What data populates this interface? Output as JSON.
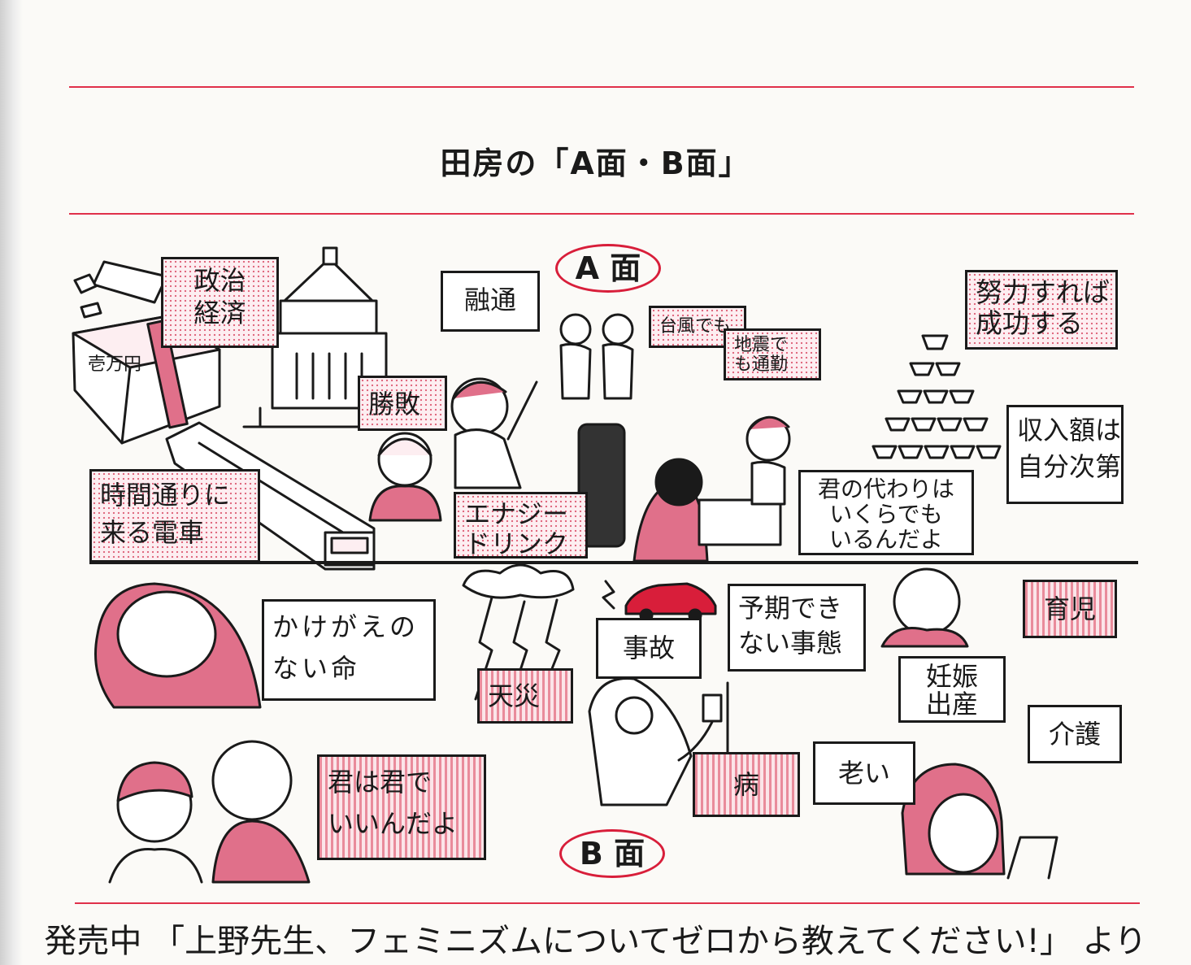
{
  "header": {
    "title": "田房の「A面・B面」"
  },
  "side_a": {
    "label": "A 面",
    "tags": {
      "politics_economy": [
        "政治",
        "経済"
      ],
      "yuzu": "融通",
      "typhoon": "台風でも",
      "earthquake": [
        "地震で",
        "も通勤"
      ],
      "effort": [
        "努力すれば",
        "成功する"
      ],
      "shohai": "勝敗",
      "income": [
        "収入額は",
        "自分次第"
      ],
      "train": [
        "時間通りに",
        "来る電車"
      ],
      "energy": [
        "エナジー",
        "ドリンク"
      ],
      "replace": [
        "君の代わりは",
        "いくらでも",
        "いるんだよ"
      ]
    },
    "note_text": "壱万円"
  },
  "side_b": {
    "label": "B 面",
    "tags": {
      "life": [
        "かけがえの",
        "ない命"
      ],
      "disaster": "天災",
      "accident": "事故",
      "unexpected": [
        "予期でき",
        "ない事態"
      ],
      "childcare": "育児",
      "pregnancy": [
        "妊娠",
        "出産"
      ],
      "care": "介護",
      "illness": "病",
      "aging": "老い",
      "yourself": [
        "君は君で",
        "いいんだよ"
      ]
    }
  },
  "footer": {
    "caption": "発売中 「上野先生、フェミニズムについてゼロから教えてください!」 より"
  },
  "colors": {
    "accent": "#e0304a",
    "pink_fill": "#e0708a",
    "ink": "#1a1a1a"
  }
}
